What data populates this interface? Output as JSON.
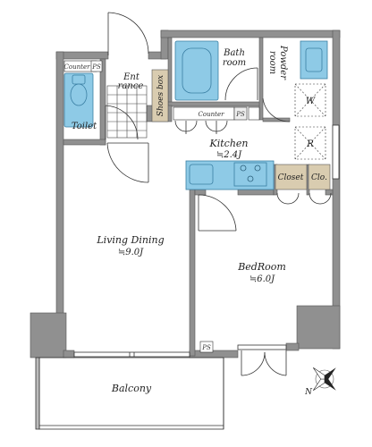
{
  "rooms": {
    "entrance": {
      "line1": "Ent",
      "line2": "rance"
    },
    "shoes_box": "Shoes box",
    "bath": {
      "line1": "Bath",
      "line2": "room"
    },
    "powder": {
      "line1": "Powder",
      "line2": "room"
    },
    "toilet": "Toilet",
    "counter_toilet": "Counter",
    "ps_toilet": "PS",
    "counter_kitchen": "Counter",
    "ps_kitchen": "PS",
    "washer": "W",
    "fridge": "R",
    "kitchen": {
      "name": "Kitchen",
      "size": "≒2.4J"
    },
    "closet": "Closet",
    "clo": "Clo.",
    "living": {
      "name": "Living Dining",
      "size": "≒9.0J"
    },
    "bedroom": {
      "name": "BedRoom",
      "size": "≒6.0J"
    },
    "ps_balcony": "PS",
    "balcony": "Balcony",
    "compass_n": "N"
  },
  "colors": {
    "wall": "#909090",
    "fixture": "#8ecae6",
    "fixture_stroke": "#3a7fa3",
    "storage": "#d9ccb0",
    "floor_line": "#555555"
  }
}
